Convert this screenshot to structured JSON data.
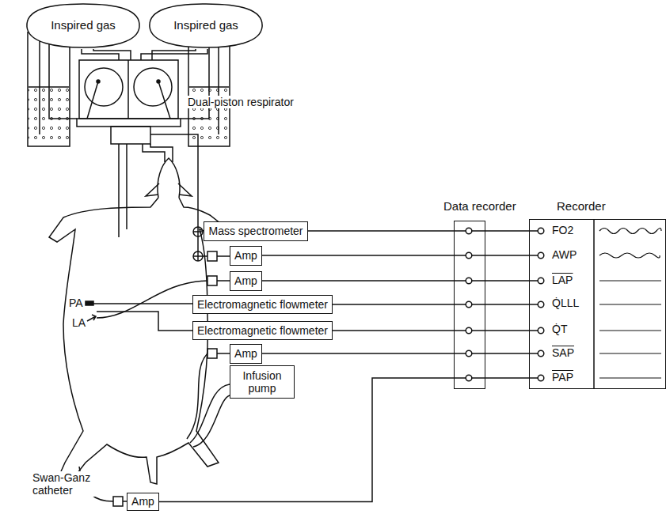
{
  "diagram": {
    "nodes": [
      {
        "text": [
          "Inspired gas"
        ]
      },
      {
        "text": [
          "Inspired gas"
        ]
      },
      {
        "text": [
          "Mass spectrometer"
        ]
      },
      {
        "text": [
          "Amp"
        ]
      },
      {
        "text": [
          "Amp"
        ]
      },
      {
        "text": [
          "Electromagnetic flowmeter"
        ]
      },
      {
        "text": [
          "Electromagnetic flowmeter"
        ]
      },
      {
        "text": [
          "Amp"
        ]
      },
      {
        "text": [
          "Infusion pump"
        ]
      },
      {
        "text": [
          "Amp"
        ]
      },
      {
        "text": [
          "Data recorder"
        ]
      },
      {
        "text": [
          "Recorder"
        ]
      }
    ],
    "edges": [
      {
        "from": 2,
        "to": 10,
        "arrow": "none"
      },
      {
        "from": 3,
        "to": 10,
        "arrow": "none"
      },
      {
        "from": 4,
        "to": 10,
        "arrow": "none"
      },
      {
        "from": 5,
        "to": 10,
        "arrow": "none"
      },
      {
        "from": 6,
        "to": 10,
        "arrow": "none"
      },
      {
        "from": 7,
        "to": 10,
        "arrow": "none"
      },
      {
        "from": 9,
        "to": 10,
        "arrow": "none"
      }
    ],
    "labels": [
      "Dual-piston respirator",
      "PA",
      "LA",
      "Swan-Ganz catheter",
      "FO2",
      "AWP",
      "LAP",
      "Q̇LLL",
      "Q̇T",
      "SAP",
      "PAP"
    ]
  }
}
